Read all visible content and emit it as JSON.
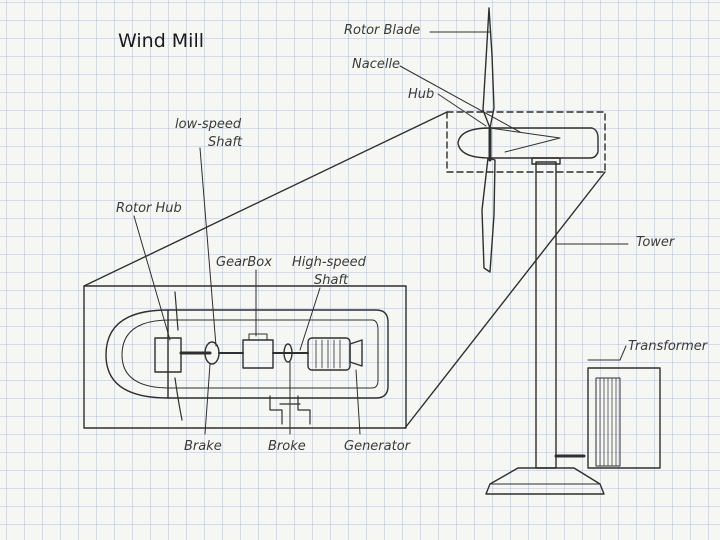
{
  "title": "Wind Mill",
  "labels": {
    "rotor_blade": "Rotor Blade",
    "nacelle": "Nacelle",
    "hub": "Hub",
    "low_speed_shaft_1": "low-speed",
    "low_speed_shaft_2": "Shaft",
    "rotor_hub": "Rotor Hub",
    "gearbox": "GearBox",
    "high_speed_shaft_1": "High-speed",
    "high_speed_shaft_2": "Shaft",
    "tower": "Tower",
    "transformer": "Transformer",
    "brake_left": "Brake",
    "brake_middle": "Broke",
    "generator": "Generator"
  },
  "colors": {
    "pencil": "#2f2f2f",
    "pencil_light": "#7a7a7a",
    "grid": "#9fb3cf"
  }
}
